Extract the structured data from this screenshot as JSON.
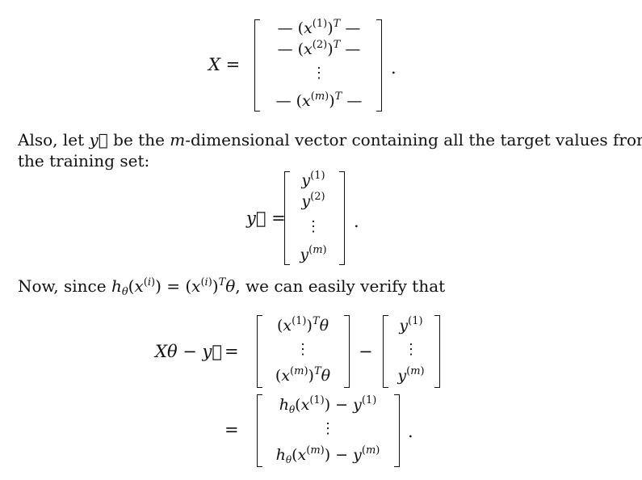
{
  "eq_x": {
    "lhs": "X =",
    "rows": [
      "— (x(1))T —",
      "— (x(2))T —",
      "⋮",
      "— (x(m))T —"
    ],
    "period": "."
  },
  "para1_line1": "Also, let y⃗ be the m-dimensional vector containing all the target values from",
  "para1_line2": "the training set:",
  "eq_y": {
    "lhs": "y⃗ =",
    "rows": [
      "y(1)",
      "y(2)",
      "⋮",
      "y(m)"
    ],
    "period": "."
  },
  "para2": "Now, since hθ(x(i)) = (x(i))Tθ, we can easily verify that",
  "eq_diff": {
    "lhs": "Xθ − y⃗",
    "eq1": "=",
    "eq2": "=",
    "minus": "−",
    "m1_rows": [
      "(x(1))Tθ",
      "⋮",
      "(x(m))Tθ"
    ],
    "m2_rows": [
      "y(1)",
      "⋮",
      "y(m)"
    ],
    "m3_rows": [
      "hθ(x(1)) − y(1)",
      "⋮",
      "hθ(x(m)) − y(m)"
    ],
    "period": "."
  }
}
